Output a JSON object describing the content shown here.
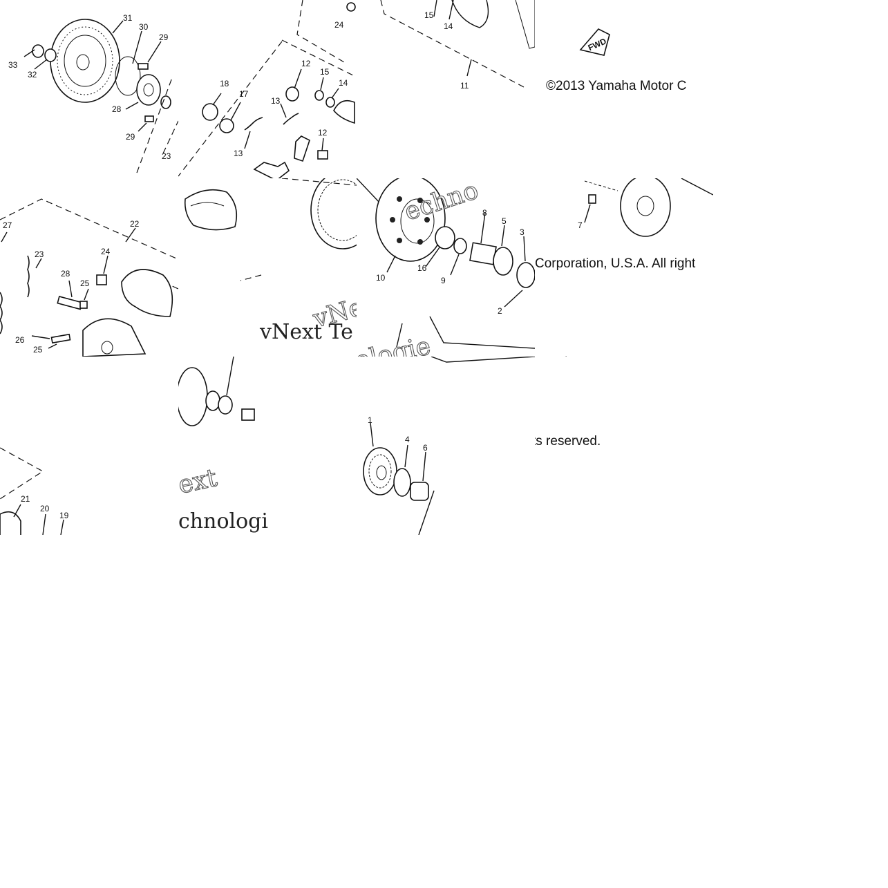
{
  "copyright": {
    "line1": "©2013 Yamaha Motor C",
    "line2": "Corporation, U.S.A. All right",
    "line3": "ts reserved."
  },
  "watermark": {
    "brand_a": "vNext Te",
    "brand_b": "echno",
    "brand_c": "ext",
    "brand_d": "chnologi",
    "brand_e": "ologie",
    "brand_f": "vNe"
  },
  "fwd_tag": "FWD",
  "callouts": {
    "c1": "1",
    "c2": "2",
    "c3": "3",
    "c4": "4",
    "c5": "5",
    "c6": "6",
    "c7": "7",
    "c8": "8",
    "c9": "9",
    "c10": "10",
    "c11": "11",
    "c12a": "12",
    "c12b": "12",
    "c13a": "13",
    "c13b": "13",
    "c14a": "14",
    "c14b": "14",
    "c15a": "15",
    "c15b": "15",
    "c16": "16",
    "c17": "17",
    "c18": "18",
    "c19": "19",
    "c20": "20",
    "c21": "21",
    "c22": "22",
    "c23a": "23",
    "c23b": "23",
    "c24a": "24",
    "c24b": "24",
    "c25a": "25",
    "c25b": "25",
    "c26": "26",
    "c27": "27",
    "c28a": "28",
    "c28b": "28",
    "c29a": "29",
    "c29b": "29",
    "c30": "30",
    "c31": "31",
    "c32": "32",
    "c33": "33"
  }
}
